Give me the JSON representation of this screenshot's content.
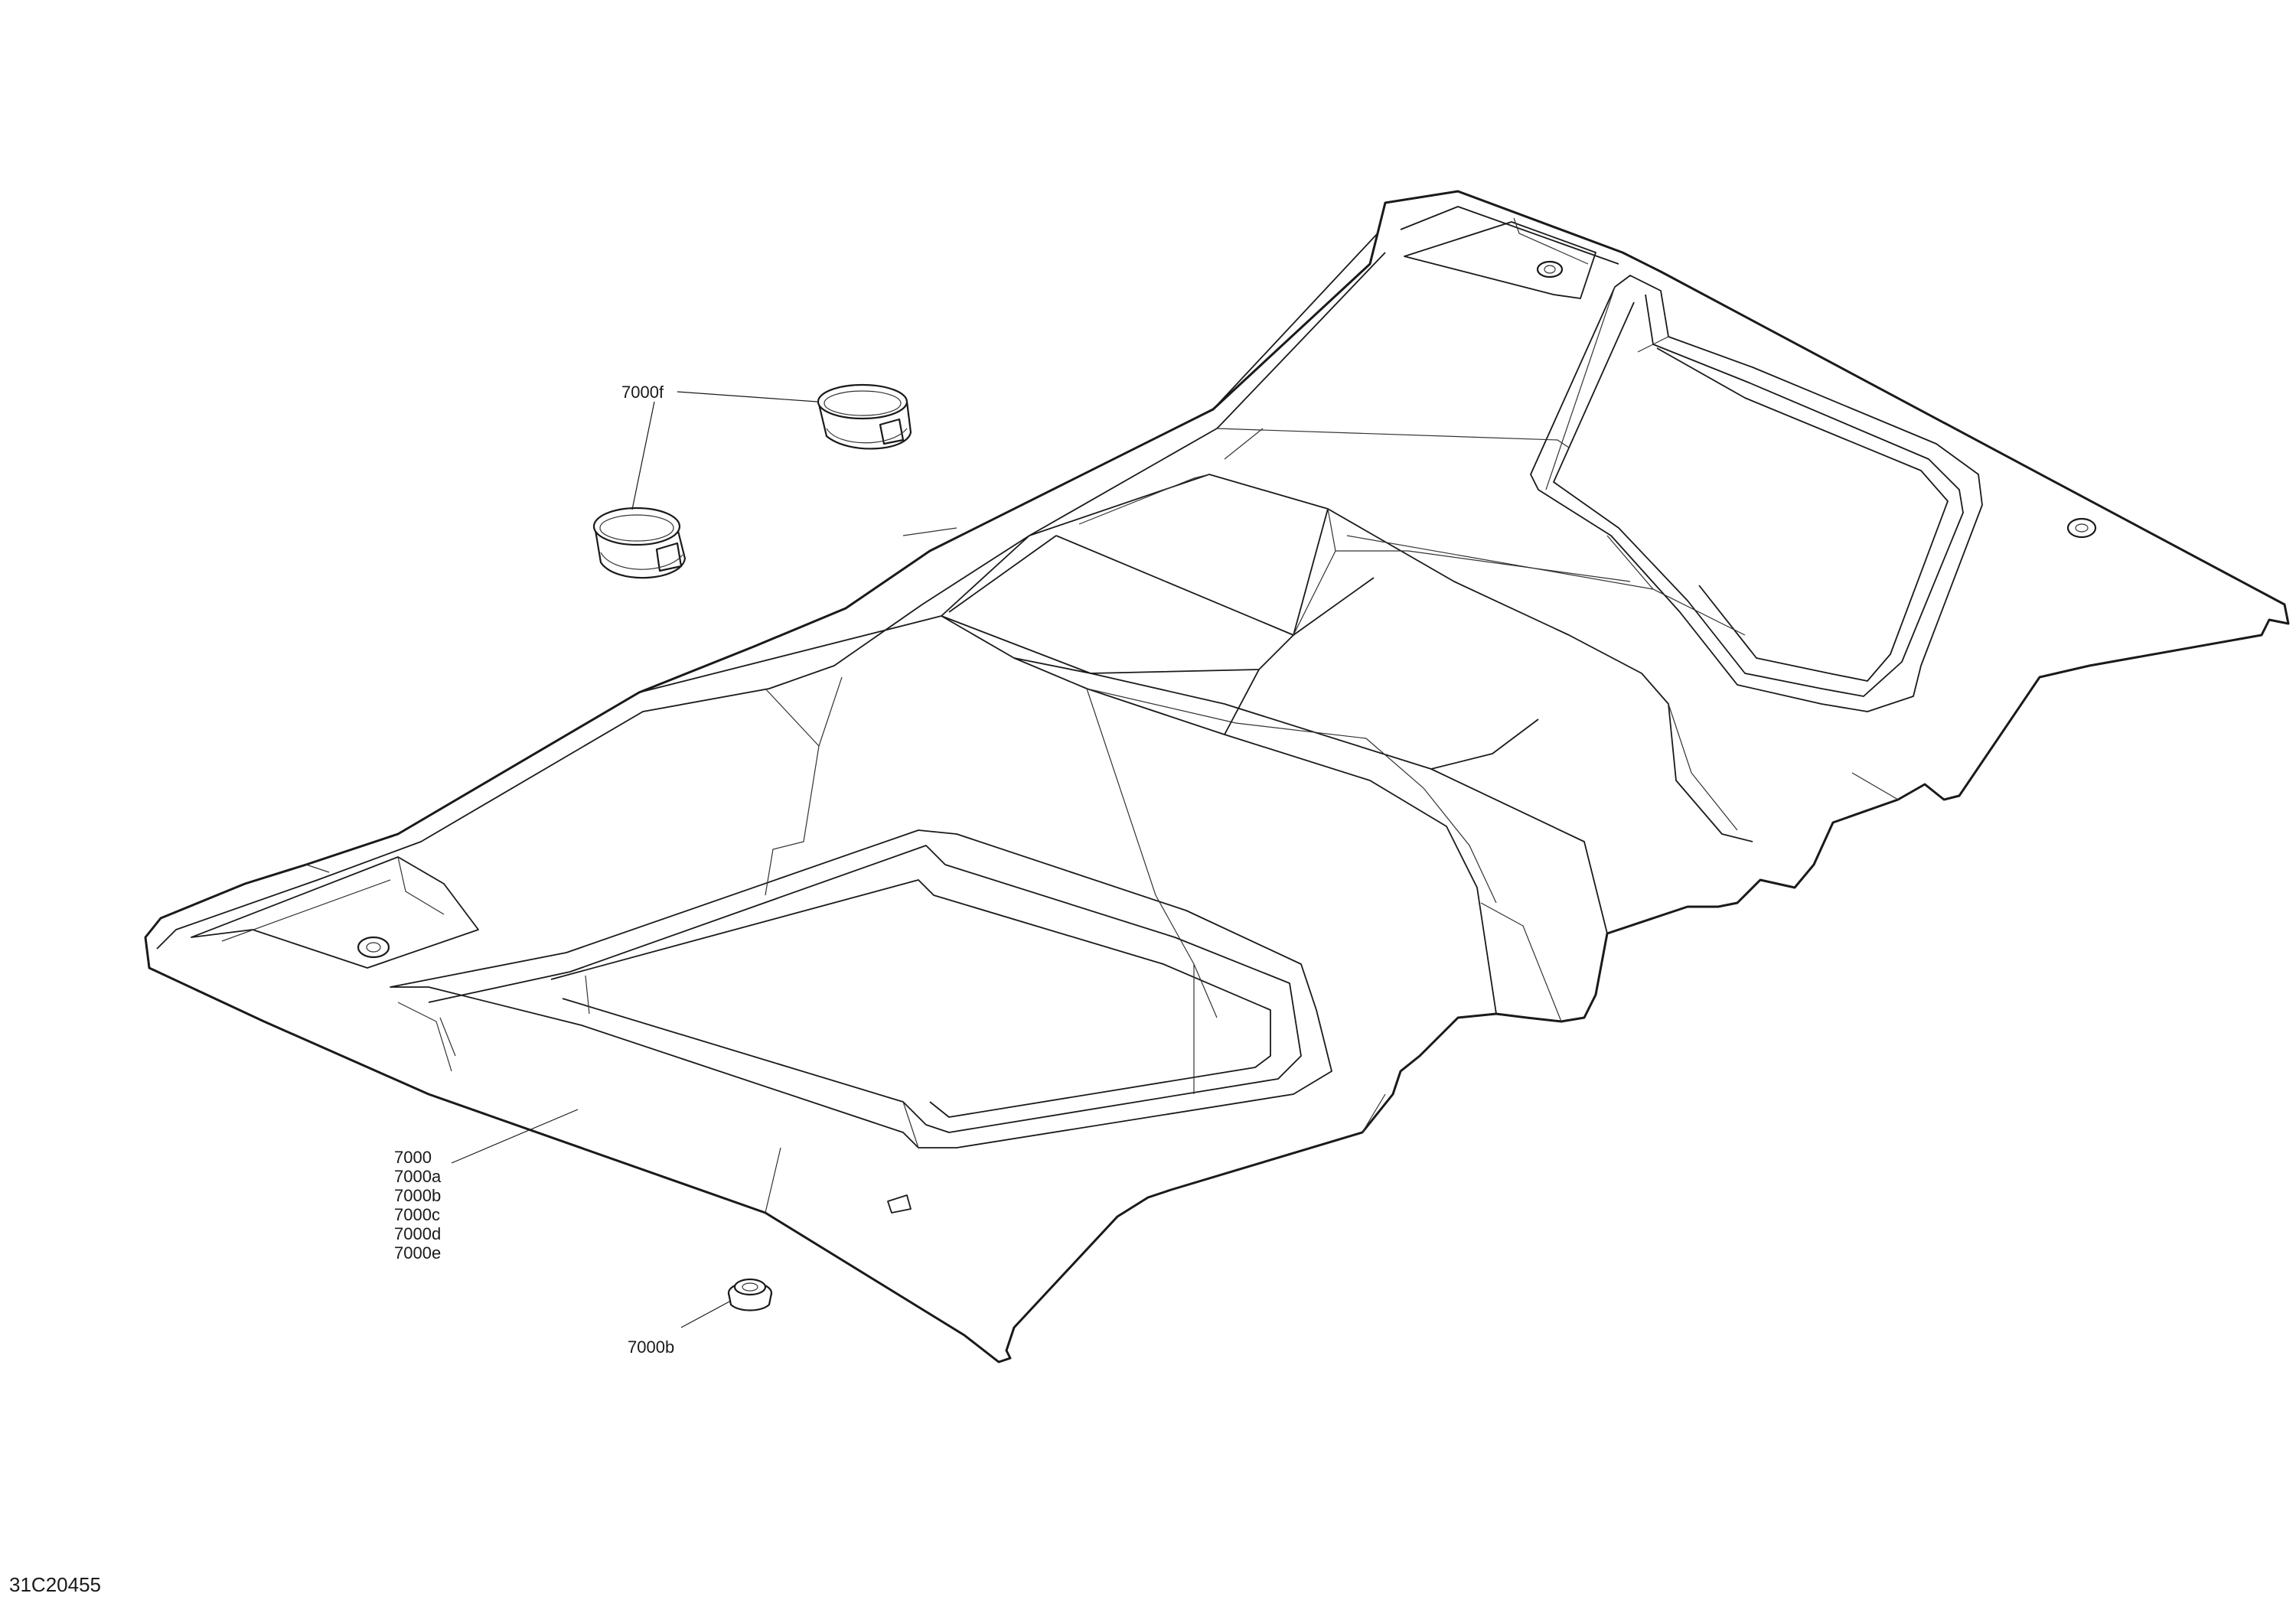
{
  "drawing_number": "31C20455",
  "callouts": {
    "roof_panel": [
      "7000",
      "7000a",
      "7000b",
      "7000c",
      "7000d",
      "7000e"
    ],
    "clamp": "7000f",
    "fastener": "7000b"
  }
}
